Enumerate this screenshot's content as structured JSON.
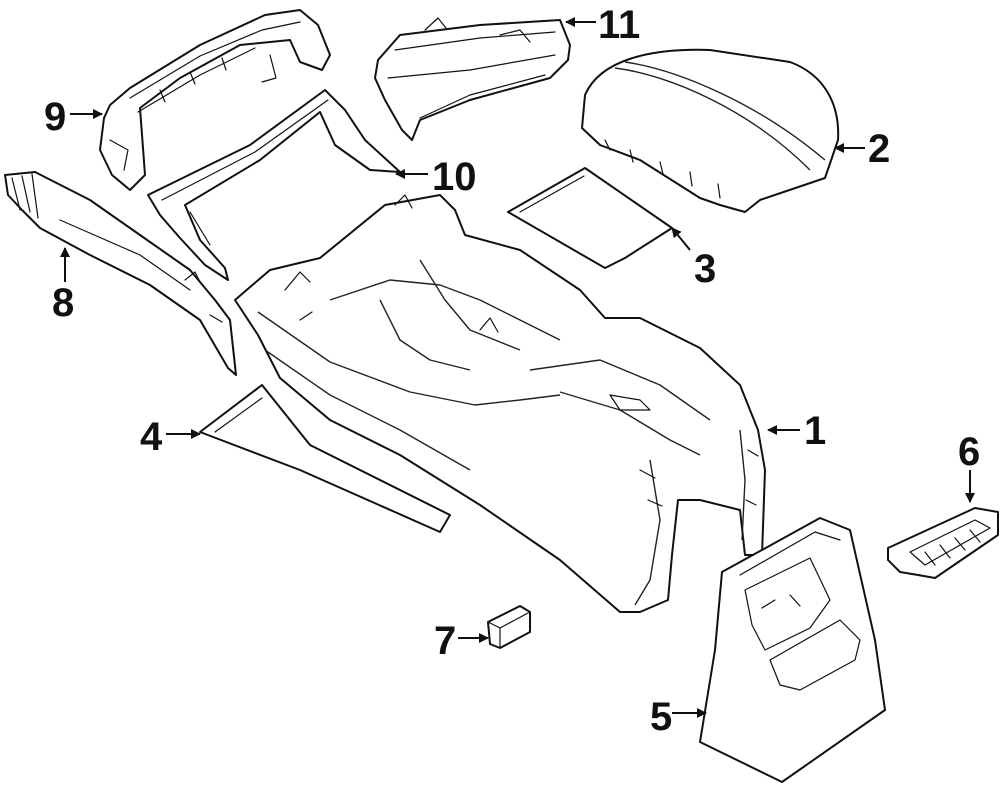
{
  "diagram": {
    "parts": [
      {
        "id": "part-1",
        "number": "1"
      },
      {
        "id": "part-2",
        "number": "2"
      },
      {
        "id": "part-3",
        "number": "3"
      },
      {
        "id": "part-4",
        "number": "4"
      },
      {
        "id": "part-5",
        "number": "5"
      },
      {
        "id": "part-6",
        "number": "6"
      },
      {
        "id": "part-7",
        "number": "7"
      },
      {
        "id": "part-8",
        "number": "8"
      },
      {
        "id": "part-9",
        "number": "9"
      },
      {
        "id": "part-10",
        "number": "10"
      },
      {
        "id": "part-11",
        "number": "11"
      }
    ]
  }
}
